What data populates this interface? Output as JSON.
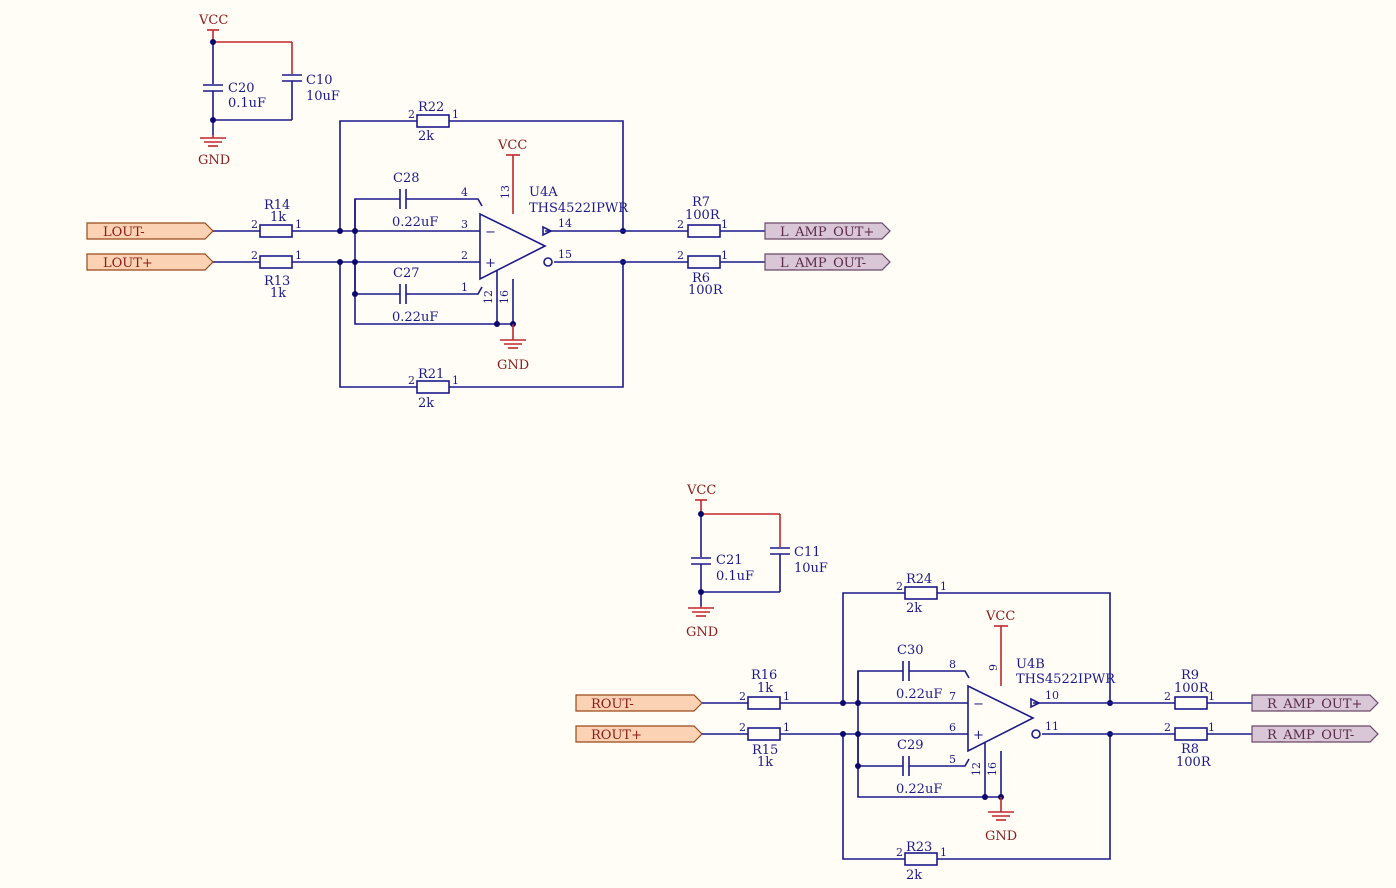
{
  "nets": {
    "vcc": "VCC",
    "gnd": "GND"
  },
  "ports": {
    "lout_minus": "LOUT-",
    "lout_plus": "LOUT+",
    "l_amp_out_plus": "L_AMP_OUT+",
    "l_amp_out_minus": "L_AMP_OUT-",
    "rout_minus": "ROUT-",
    "rout_plus": "ROUT+",
    "r_amp_out_plus": "R_AMP_OUT+",
    "r_amp_out_minus": "R_AMP_OUT-"
  },
  "components": {
    "c20": {
      "ref": "C20",
      "value": "0.1uF"
    },
    "c10": {
      "ref": "C10",
      "value": "10uF"
    },
    "c21": {
      "ref": "C21",
      "value": "0.1uF"
    },
    "c11": {
      "ref": "C11",
      "value": "10uF"
    },
    "c28": {
      "ref": "C28",
      "value": "0.22uF"
    },
    "c27": {
      "ref": "C27",
      "value": "0.22uF"
    },
    "c30": {
      "ref": "C30",
      "value": "0.22uF"
    },
    "c29": {
      "ref": "C29",
      "value": "0.22uF"
    },
    "r22": {
      "ref": "R22",
      "value": "2k"
    },
    "r21": {
      "ref": "R21",
      "value": "2k"
    },
    "r24": {
      "ref": "R24",
      "value": "2k"
    },
    "r23": {
      "ref": "R23",
      "value": "2k"
    },
    "r14": {
      "ref": "R14",
      "value": "1k"
    },
    "r13": {
      "ref": "R13",
      "value": "1k"
    },
    "r16": {
      "ref": "R16",
      "value": "1k"
    },
    "r15": {
      "ref": "R15",
      "value": "1k"
    },
    "r7": {
      "ref": "R7",
      "value": "100R"
    },
    "r6": {
      "ref": "R6",
      "value": "100R"
    },
    "r9": {
      "ref": "R9",
      "value": "100R"
    },
    "r8": {
      "ref": "R8",
      "value": "100R"
    },
    "u4a": {
      "ref": "U4A",
      "value": "THS4522IPWR"
    },
    "u4b": {
      "ref": "U4B",
      "value": "THS4522IPWR"
    }
  },
  "pins": {
    "one": "1",
    "two": "2",
    "three": "3",
    "four": "4",
    "five": "5",
    "six": "6",
    "seven": "7",
    "eight": "8",
    "nine": "9",
    "ten": "10",
    "eleven": "11",
    "twelve": "12",
    "thirteen": "13",
    "fourteen": "14",
    "fifteen": "15",
    "sixteen": "16"
  },
  "opamp_symbols": {
    "minus": "−",
    "plus": "+"
  },
  "colors": {
    "wire": "#1a1a8c",
    "power_wire": "#c0272d",
    "net_text": "#8b1a1a",
    "background": "#fffdf6"
  }
}
